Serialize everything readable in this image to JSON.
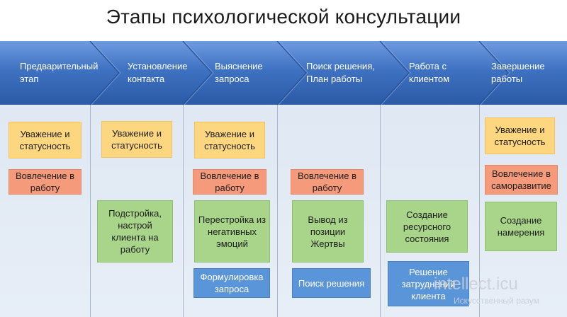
{
  "title": "Этапы психологической консультации",
  "stages": [
    {
      "line1": "Предварительный",
      "line2": "этап"
    },
    {
      "line1": "Установление",
      "line2": "контакта"
    },
    {
      "line1": "Выяснение",
      "line2": "запроса"
    },
    {
      "line1": "Поиск решения,",
      "line2": "План работы"
    },
    {
      "line1": "Работа с",
      "line2": "клиентом"
    },
    {
      "line1": "Завершение",
      "line2": "работы"
    }
  ],
  "boxes": {
    "c1_yellow": "Уважение и статусность",
    "c1_orange": "Вовлечение в работу",
    "c2_yellow": "Уважение и статусность",
    "c2_green": "Подстройка, настрой клиента на работу",
    "c3_yellow": "Уважение и статусность",
    "c3_orange": "Вовлечение в работу",
    "c3_green": "Перестройка из негативных эмоций",
    "c3_blue": "Формулировка запроса",
    "c4_orange": "Вовлечение в работу",
    "c4_green": "Вывод из позиции Жертвы",
    "c4_blue": "Поиск решения",
    "c5_green": "Создание ресурсного состояния",
    "c5_blue": "Решение затруднений клиента",
    "c6_yellow": "Уважение и статусность",
    "c6_orange": "Вовлечение в саморазвитие",
    "c6_green": "Создание намерения"
  },
  "colors": {
    "banner_top": "#5f8fd6",
    "banner_bottom": "#2e5fae",
    "yellow": "#fdd680",
    "orange": "#f59b7c",
    "green": "#a9d58a",
    "blue": "#5b95d9"
  },
  "watermark": {
    "main": "intellect.icu",
    "sub": "Искусственный разум"
  }
}
